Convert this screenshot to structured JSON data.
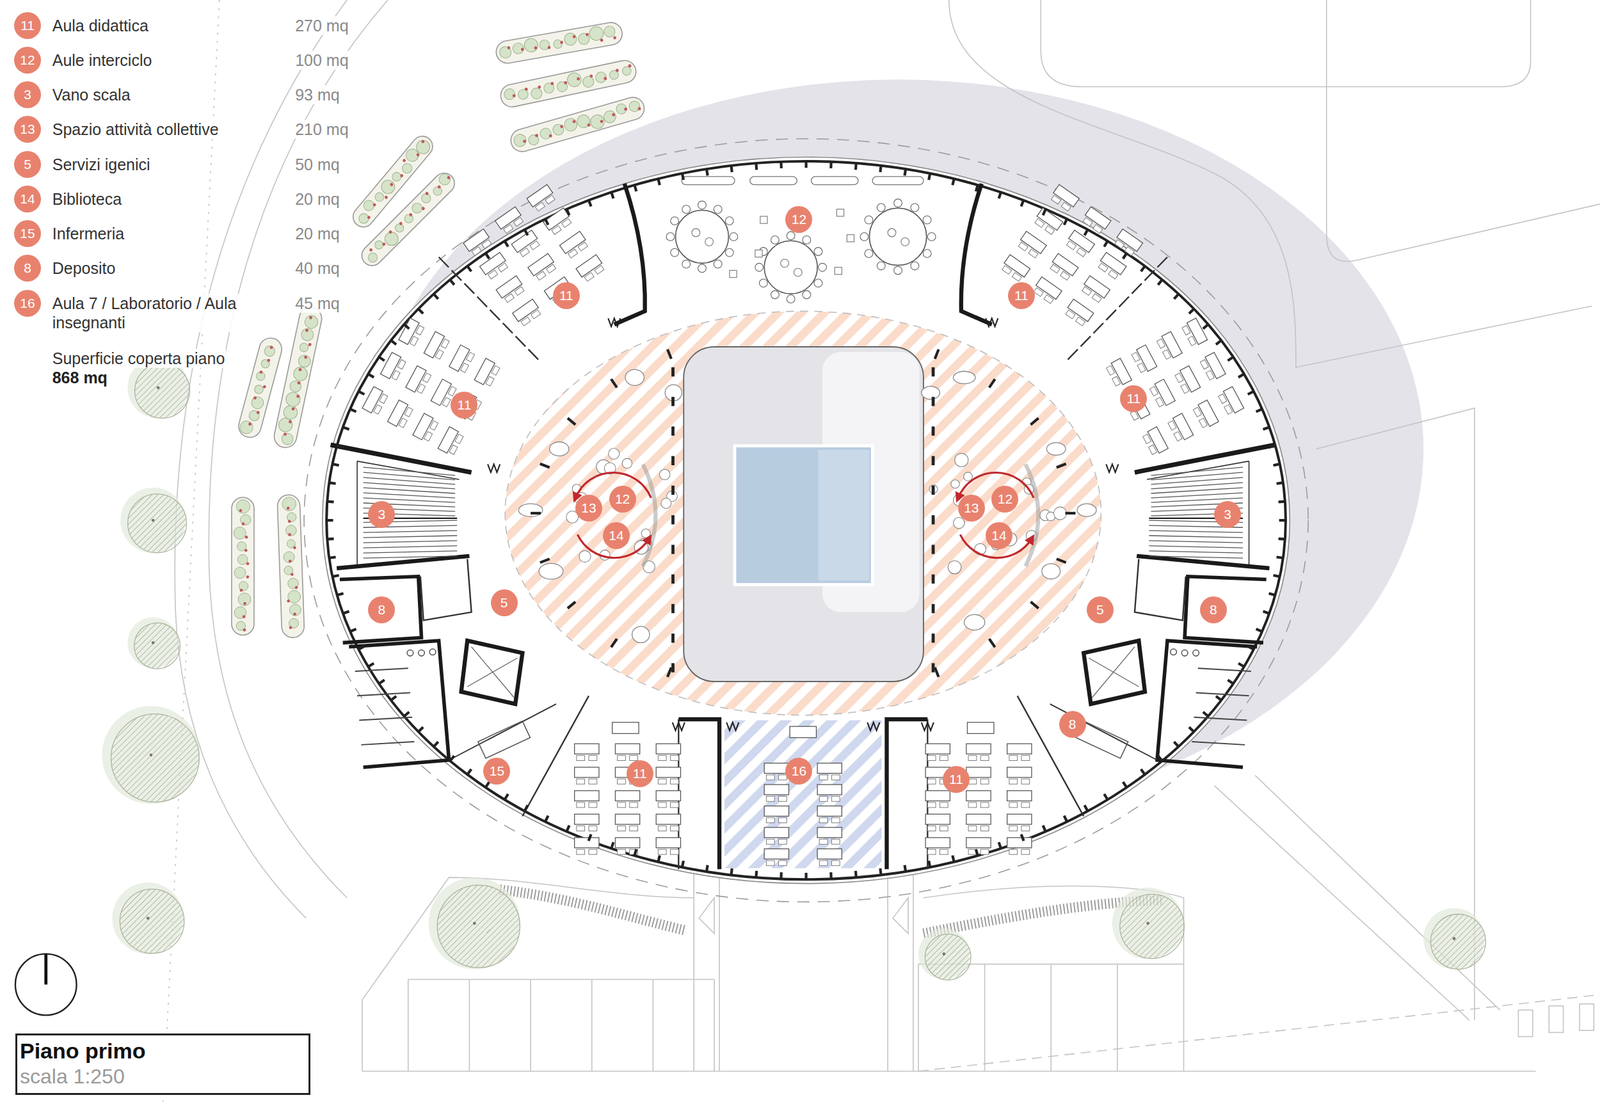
{
  "diagram": {
    "title": "Piano primo",
    "caption": "scala 1:250",
    "labels": [
      "11",
      "Aula didattica",
      "270 mq",
      "12",
      "Aule interciclo",
      "100 mq",
      "3",
      "Vano scala",
      "93 mq",
      "13",
      "Spazio attività collettive",
      "210 mq",
      "5",
      "Servizi igenici",
      "50 mq",
      "14",
      "Biblioteca",
      "20 mq",
      "15",
      "Infermeria",
      "20 mq",
      "8",
      "Deposito",
      "40 mq",
      "16",
      "Aula 7 / Laboratorio / Aula insegnanti",
      "45 mq",
      "Superficie coperta piano",
      "868 mq",
      "12",
      "11",
      "11",
      "11",
      "11",
      "3",
      "13",
      "12",
      "14",
      "13",
      "12",
      "14",
      "3",
      "8",
      "5",
      "5",
      "8",
      "8",
      "15",
      "11",
      "16",
      "11"
    ]
  }
}
